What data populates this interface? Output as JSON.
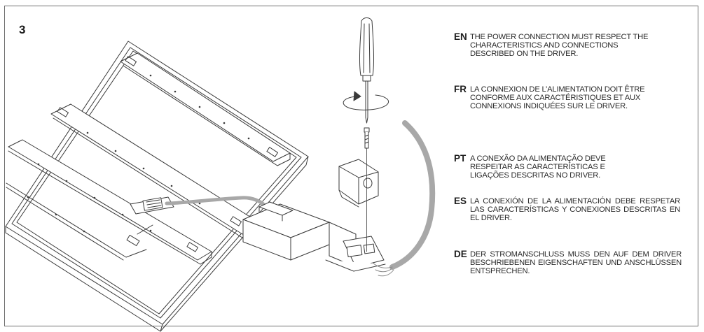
{
  "step": {
    "number": "3"
  },
  "instructions": [
    {
      "code": "EN",
      "text": "THE POWER CONNECTION MUST RESPECT THE CHARACTERISTICS AND CONNECTIONS DESCRIBED ON THE DRIVER."
    },
    {
      "code": "FR",
      "text": "LA CONNEXION DE L’ALIMENTATION DOIT ÊTRE CONFORME AUX CARACTÉRISTIQUES ET AUX CONNEXIONS INDIQUÉES SUR LE DRIVER."
    },
    {
      "code": "PT",
      "text": "A CONEXÃO DA ALIMENTAÇÃO DEVE RESPEITAR AS CARACTERÍSTICAS E LIGAÇÕES DESCRITAS NO DRIVER."
    },
    {
      "code": "ES",
      "text": "LA CONEXIÓN DE LA ALIMENTACIÓN DEBE RESPETAR LAS CARACTERÍSTICAS Y CONEXIONES DESCRITAS EN EL DRIVER."
    },
    {
      "code": "DE",
      "text": "DER STROMANSCHLUSS MUSS DEN AUF DEM DRIVER BESCHRIEBENEN EIGENSCHAFTEN UND ANSCHLÜSSEN ENTSPRECHEN."
    }
  ],
  "colors": {
    "line": "#3a3a3a",
    "cable": "#a8a8a8",
    "frame": "#6f6f6f"
  }
}
